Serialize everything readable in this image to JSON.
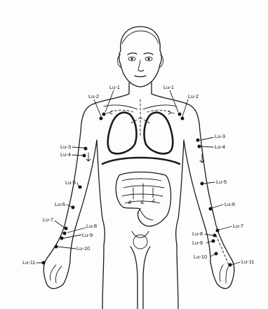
{
  "points": {
    "left": [
      {
        "key": "lu1",
        "label": "Lu-1"
      },
      {
        "key": "lu2",
        "label": "Lu-2"
      },
      {
        "key": "lu3",
        "label": "Lu-3"
      },
      {
        "key": "lu4",
        "label": "Lu-4"
      },
      {
        "key": "lu5",
        "label": "Lu-5"
      },
      {
        "key": "lu6",
        "label": "Lu-6"
      },
      {
        "key": "lu7",
        "label": "Lu-7"
      },
      {
        "key": "lu8",
        "label": "Lu-8"
      },
      {
        "key": "lu9",
        "label": "Lu-9"
      },
      {
        "key": "lu10",
        "label": "Lu-10"
      },
      {
        "key": "lu11",
        "label": "Lu-11"
      }
    ],
    "right": [
      {
        "key": "lu1",
        "label": "Lu-1"
      },
      {
        "key": "lu2",
        "label": "Lu-2"
      },
      {
        "key": "lu3",
        "label": "Lu-3"
      },
      {
        "key": "lu4",
        "label": "Lu-4"
      },
      {
        "key": "lu5",
        "label": "Lu-5"
      },
      {
        "key": "lu6",
        "label": "Lu-6"
      },
      {
        "key": "lu7",
        "label": "Lu-7"
      },
      {
        "key": "lu8",
        "label": "Lu-8"
      },
      {
        "key": "lu9",
        "label": "Lu-9"
      },
      {
        "key": "lu10",
        "label": "Lu-10"
      },
      {
        "key": "lu11",
        "label": "Lu-11"
      }
    ]
  },
  "colors": {
    "ink": "#1a1a1a",
    "background": "#fdfdfd"
  }
}
